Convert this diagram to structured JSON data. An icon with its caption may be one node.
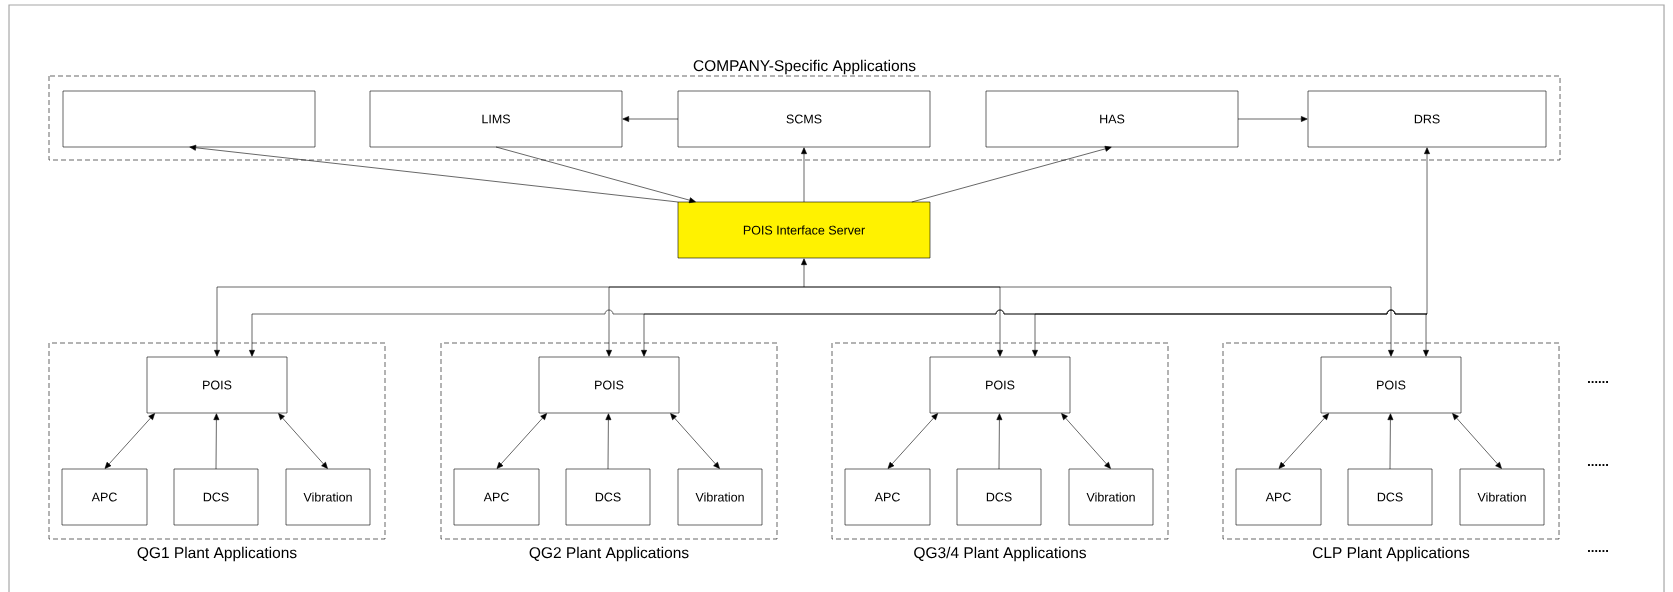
{
  "diagram": {
    "nodes": [
      {
        "text": [
          "COMPANY-Specific Applications"
        ]
      },
      {
        "text": [],
        "shape": "box",
        "in": 0
      },
      {
        "text": [
          "LIMS"
        ],
        "in": 0
      },
      {
        "text": [
          "SCMS"
        ],
        "in": 0
      },
      {
        "text": [
          "HAS"
        ],
        "in": 0
      },
      {
        "text": [
          "DRS"
        ],
        "in": 0
      },
      {
        "text": [
          "POIS Interface Server"
        ]
      },
      {
        "text": [
          "QG1 Plant Applications"
        ]
      },
      {
        "text": [
          "POIS"
        ],
        "in": 7
      },
      {
        "text": [
          "APC"
        ],
        "in": 7
      },
      {
        "text": [
          "DCS"
        ],
        "in": 7
      },
      {
        "text": [
          "Vibration"
        ],
        "in": 7
      },
      {
        "text": [
          "QG2 Plant Applications"
        ]
      },
      {
        "text": [
          "POIS"
        ],
        "in": 12
      },
      {
        "text": [
          "APC"
        ],
        "in": 12
      },
      {
        "text": [
          "DCS"
        ],
        "in": 12
      },
      {
        "text": [
          "Vibration"
        ],
        "in": 12
      },
      {
        "text": [
          "QG3/4 Plant Applications"
        ]
      },
      {
        "text": [
          "POIS"
        ],
        "in": 17
      },
      {
        "text": [
          "APC"
        ],
        "in": 17
      },
      {
        "text": [
          "DCS"
        ],
        "in": 17
      },
      {
        "text": [
          "Vibration"
        ],
        "in": 17
      },
      {
        "text": [
          "CLP Plant Applications"
        ]
      },
      {
        "text": [
          "POIS"
        ],
        "in": 22
      },
      {
        "text": [
          "APC"
        ],
        "in": 22
      },
      {
        "text": [
          "DCS"
        ],
        "in": 22
      },
      {
        "text": [
          "Vibration"
        ],
        "in": 22
      }
    ],
    "edges": [
      {
        "from": 3,
        "to": 2,
        "arrow": "to"
      },
      {
        "from": 4,
        "to": 5,
        "arrow": "to"
      },
      {
        "from": 6,
        "to": 1,
        "arrow": "to"
      },
      {
        "from": 2,
        "to": 6,
        "arrow": "to"
      },
      {
        "from": 6,
        "to": 3,
        "arrow": "to"
      },
      {
        "from": 6,
        "to": 4,
        "arrow": "to"
      },
      {
        "from": 6,
        "to": 8,
        "arrow": "both"
      },
      {
        "from": 6,
        "to": 13,
        "arrow": "both"
      },
      {
        "from": 6,
        "to": 18,
        "arrow": "both"
      },
      {
        "from": 6,
        "to": 23,
        "arrow": "both"
      },
      {
        "from": 5,
        "to": 8,
        "arrow": "both"
      },
      {
        "from": 5,
        "to": 13,
        "arrow": "both"
      },
      {
        "from": 5,
        "to": 18,
        "arrow": "both"
      },
      {
        "from": 5,
        "to": 23,
        "arrow": "both"
      },
      {
        "from": 8,
        "to": 9,
        "arrow": "both"
      },
      {
        "from": 10,
        "to": 8,
        "arrow": "to"
      },
      {
        "from": 8,
        "to": 11,
        "arrow": "both"
      },
      {
        "from": 13,
        "to": 14,
        "arrow": "both"
      },
      {
        "from": 15,
        "to": 13,
        "arrow": "to"
      },
      {
        "from": 13,
        "to": 16,
        "arrow": "both"
      },
      {
        "from": 18,
        "to": 19,
        "arrow": "both"
      },
      {
        "from": 20,
        "to": 18,
        "arrow": "to"
      },
      {
        "from": 18,
        "to": 21,
        "arrow": "both"
      },
      {
        "from": 23,
        "to": 24,
        "arrow": "both"
      },
      {
        "from": 25,
        "to": 23,
        "arrow": "to"
      },
      {
        "from": 23,
        "to": 26,
        "arrow": "both"
      }
    ],
    "labels": [
      "......",
      "......",
      "......"
    ]
  }
}
